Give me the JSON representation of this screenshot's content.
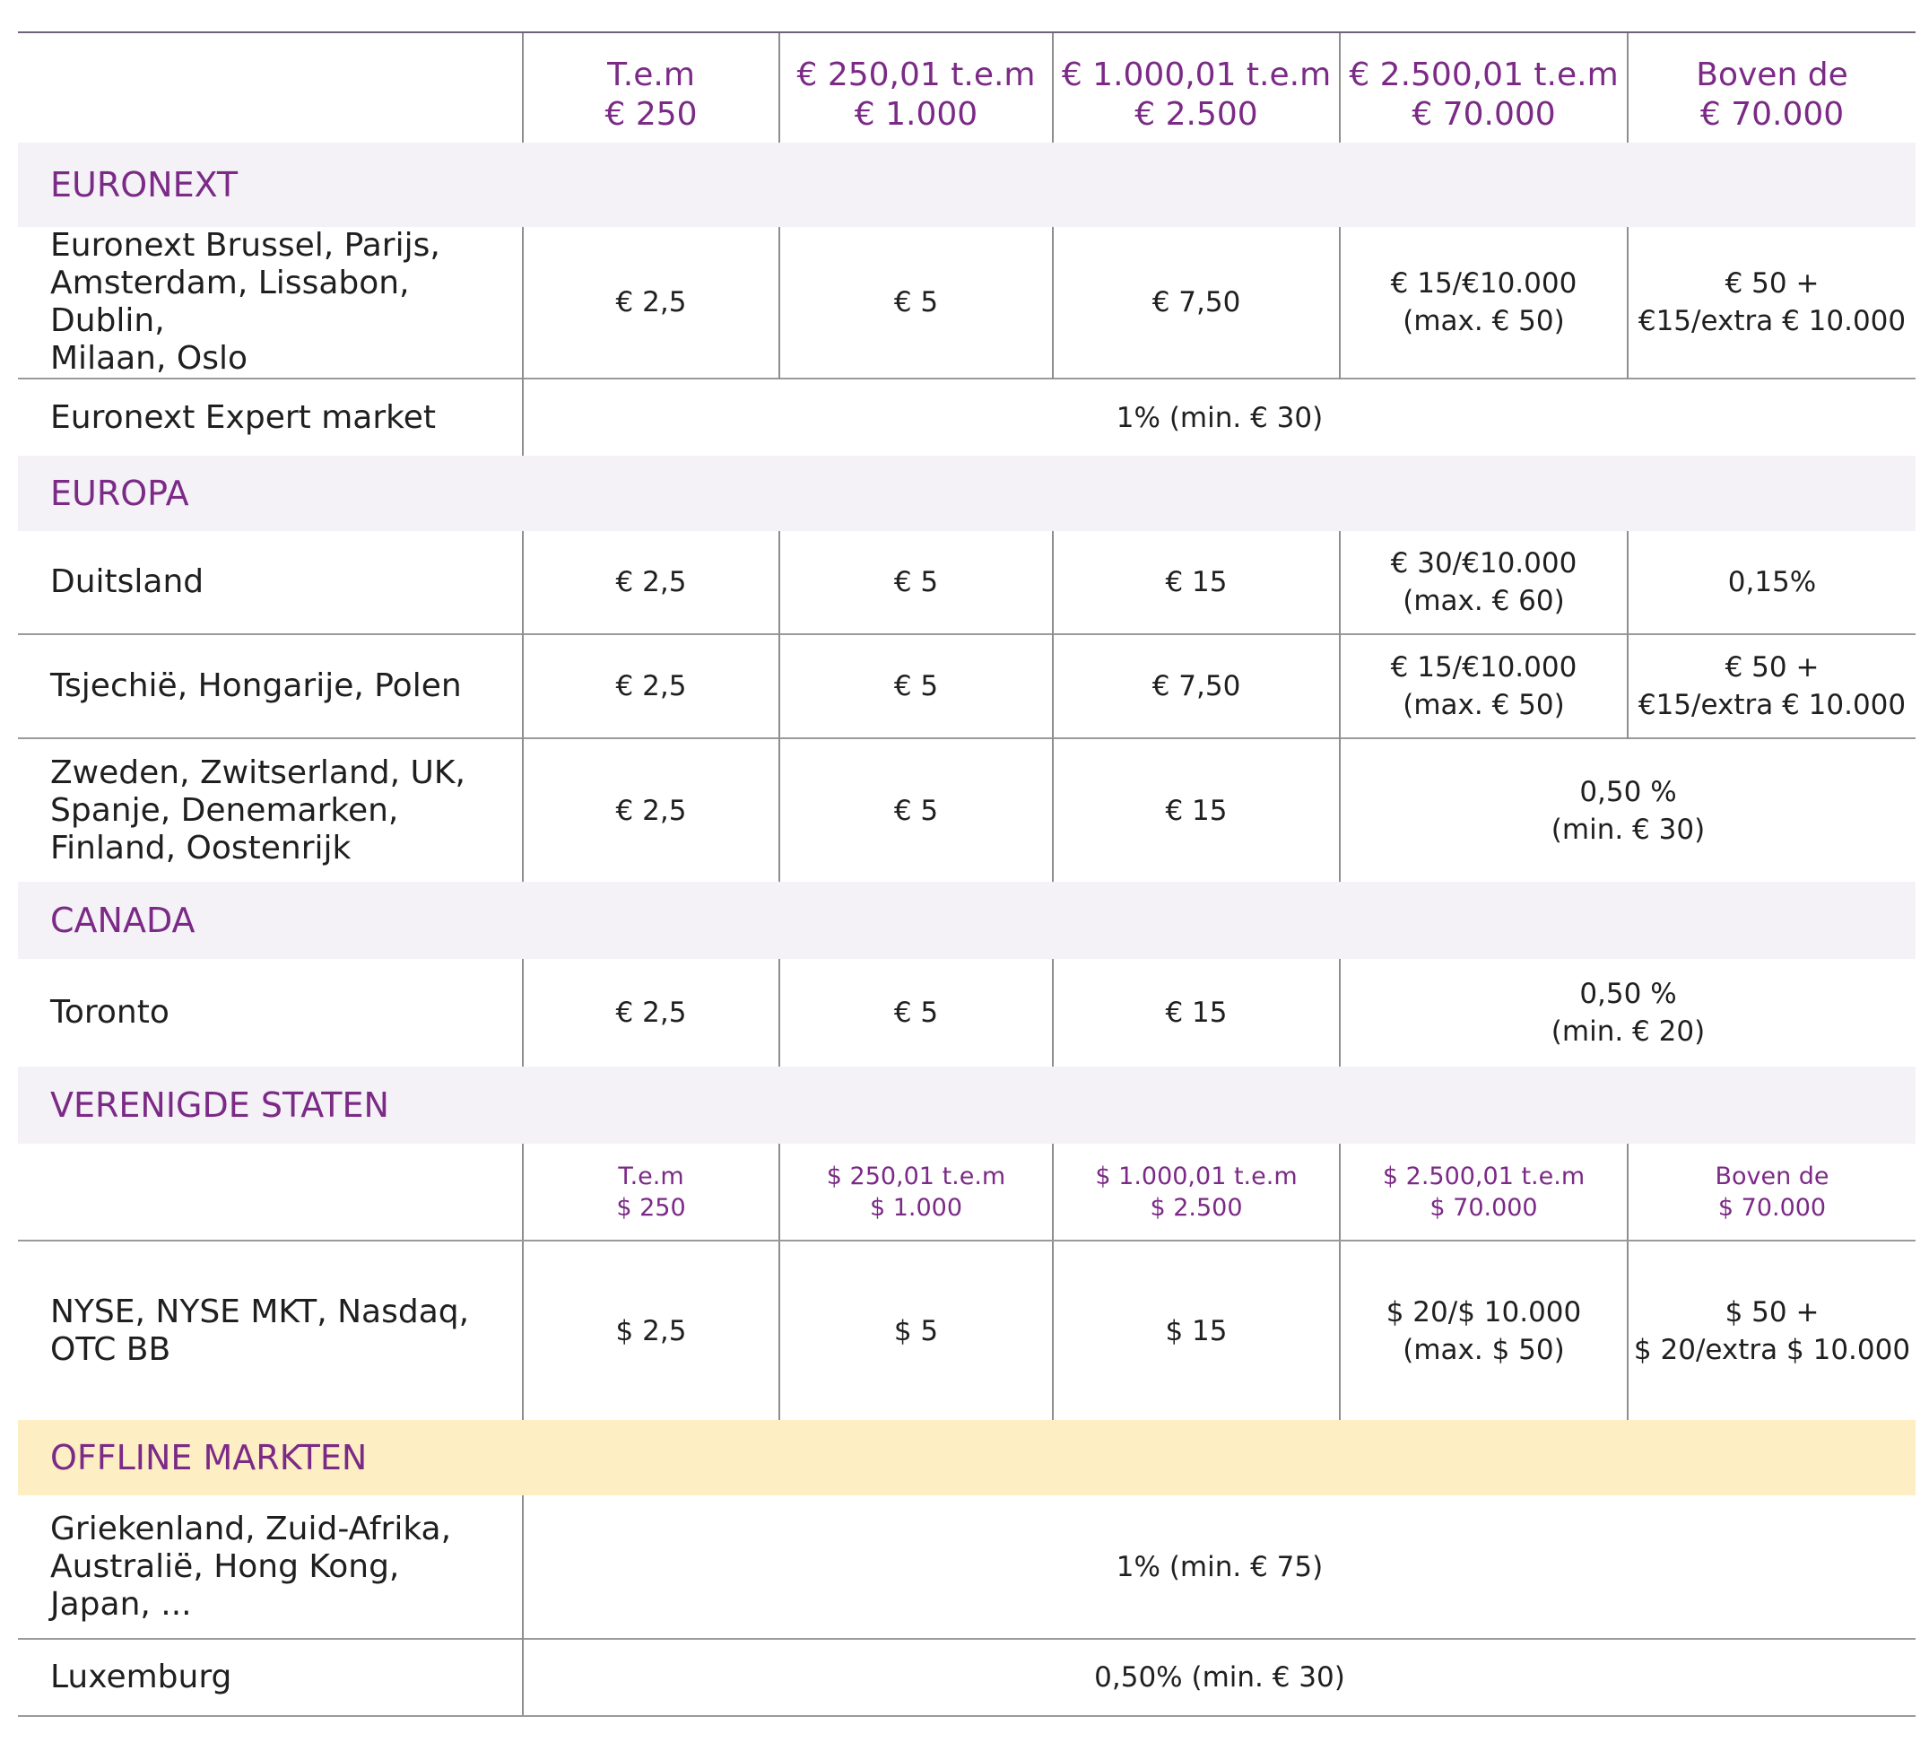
{
  "header": {
    "columns": [
      [
        "T.e.m",
        "€ 250"
      ],
      [
        "€ 250,01 t.e.m",
        "€ 1.000"
      ],
      [
        "€ 1.000,01 t.e.m",
        "€ 2.500"
      ],
      [
        "€ 2.500,01 t.e.m",
        "€ 70.000"
      ],
      [
        "Boven de",
        "€ 70.000"
      ]
    ]
  },
  "sections": {
    "euronext": {
      "title": "EURONEXT",
      "row1": {
        "label": [
          "Euronext Brussel, Parijs,",
          "Amsterdam, Lissabon, Dublin,",
          "Milaan, Oslo"
        ],
        "c1": "€ 2,5",
        "c2": "€ 5",
        "c3": "€ 7,50",
        "c4": [
          "€ 15/€10.000",
          "(max. € 50)"
        ],
        "c5": [
          "€ 50 +",
          "€15/extra € 10.000"
        ]
      },
      "row2": {
        "label": "Euronext Expert market",
        "merged": "1% (min. € 30)"
      }
    },
    "europa": {
      "title": "EUROPA",
      "row1": {
        "label": "Duitsland",
        "c1": "€ 2,5",
        "c2": "€ 5",
        "c3": "€ 15",
        "c4": [
          "€ 30/€10.000",
          "(max. € 60)"
        ],
        "c5": "0,15%"
      },
      "row2": {
        "label": "Tsjechië, Hongarije, Polen",
        "c1": "€ 2,5",
        "c2": "€ 5",
        "c3": "€ 7,50",
        "c4": [
          "€ 15/€10.000",
          "(max. € 50)"
        ],
        "c5": [
          "€ 50 +",
          "€15/extra € 10.000"
        ]
      },
      "row3": {
        "label": [
          "Zweden, Zwitserland, UK,",
          "Spanje, Denemarken,",
          "Finland, Oostenrijk"
        ],
        "c1": "€ 2,5",
        "c2": "€ 5",
        "c3": "€ 15",
        "merged": [
          "0,50 %",
          "(min. € 30)"
        ]
      }
    },
    "canada": {
      "title": "CANADA",
      "row1": {
        "label": "Toronto",
        "c1": "€ 2,5",
        "c2": "€ 5",
        "c3": "€ 15",
        "merged": [
          "0,50 %",
          "(min. € 20)"
        ]
      }
    },
    "us": {
      "title": "VERENIGDE STATEN",
      "subheader": [
        [
          "T.e.m",
          "$ 250"
        ],
        [
          "$ 250,01 t.e.m",
          "$ 1.000"
        ],
        [
          "$ 1.000,01 t.e.m",
          "$ 2.500"
        ],
        [
          "$ 2.500,01 t.e.m",
          "$ 70.000"
        ],
        [
          "Boven de",
          "$ 70.000"
        ]
      ],
      "row1": {
        "label": [
          "NYSE, NYSE MKT, Nasdaq,",
          "OTC BB"
        ],
        "c1": "$ 2,5",
        "c2": "$ 5",
        "c3": "$ 15",
        "c4": [
          "$ 20/$ 10.000",
          "(max. $ 50)"
        ],
        "c5": [
          "$ 50 +",
          "$ 20/extra $ 10.000"
        ]
      }
    },
    "offline": {
      "title": "OFFLINE MARKTEN",
      "row1": {
        "label": [
          "Griekenland, Zuid-Afrika,",
          "Australië, Hong Kong,",
          "Japan, ..."
        ],
        "merged": "1% (min. € 75)"
      },
      "row2": {
        "label": "Luxemburg",
        "merged": "0,50% (min. € 30)"
      }
    }
  }
}
